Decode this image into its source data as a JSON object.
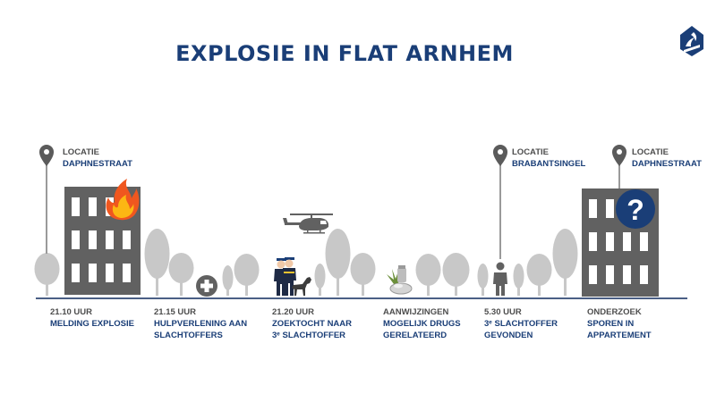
{
  "title": "EXPLOSIE IN FLAT ARNHEM",
  "locations": [
    {
      "label": "LOCATIE",
      "name": "DAPHNESTRAAT"
    },
    {
      "label": "LOCATIE",
      "name": "BRABANTSINGEL"
    },
    {
      "label": "LOCATIE",
      "name": "DAPHNESTRAAT"
    }
  ],
  "events": [
    {
      "time": "21.10 UUR",
      "desc": "MELDING EXPLOSIE"
    },
    {
      "time": "21.15 UUR",
      "desc": "HULPVERLENING AAN\nSLACHTOFFERS"
    },
    {
      "time": "21.20 UUR",
      "desc": "ZOEKTOCHT NAAR\n3ᵉ SLACHTOFFER"
    },
    {
      "time": "AANWIJZINGEN",
      "desc": "MOGELIJK DRUGS\nGERELATEERD"
    },
    {
      "time": "5.30 UUR",
      "desc": "3ᵉ SLACHTOFFER\nGEVONDEN"
    },
    {
      "time": "ONDERZOEK",
      "desc": "SPOREN IN\nAPPARTEMENT"
    }
  ],
  "icons": [
    "police-logo-icon",
    "location-pin-icon",
    "fire-icon",
    "first-aid-icon",
    "helicopter-icon",
    "police-officers-icon",
    "police-dog-icon",
    "cannabis-icon",
    "pills-icon",
    "person-icon",
    "question-mark-icon"
  ],
  "question_symbol": "?",
  "colors": {
    "navy": "#1a3e77",
    "building": "#616161",
    "tree": "#c8c8c8",
    "grey_text": "#4d4d4d",
    "ground": "#4a5f85"
  }
}
